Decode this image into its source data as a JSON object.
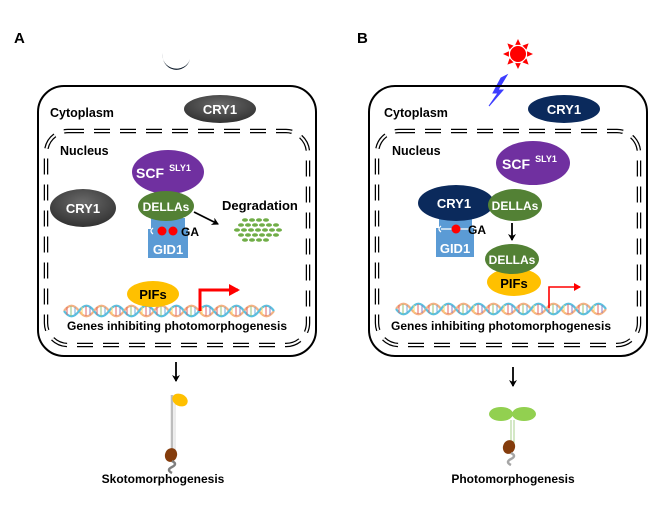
{
  "colors": {
    "cry1_dark": "#3f3f3f",
    "cry1_light": "#0b2a5c",
    "scf": "#7030a0",
    "dellas": "#538135",
    "gid1": "#5b9bd5",
    "ga": "#ff0000",
    "pifs": "#ffc000",
    "arrow_red": "#ff0000",
    "sun": "#ff0000",
    "lightning": "#3d3dff",
    "cotyledon_dark": "#ffc000",
    "cotyledon_light": "#92d050",
    "seed": "#843c0c",
    "root": "#a6a6a6"
  },
  "panels": [
    {
      "id": "A",
      "letter": "A",
      "condition_icon": "moon-icon",
      "cytoplasm_label": "Cytoplasm",
      "nucleus_label": "Nucleus",
      "cry1_cytoplasm": "CRY1",
      "cry1_nucleus": "CRY1",
      "scf_main": "SCF",
      "scf_sup": "SLY1",
      "dellas": "DELLAs",
      "ga": "GA",
      "gid1": "GID1",
      "degradation": "Degradation",
      "pifs": "PIFs",
      "genes": "Genes inhibiting photomorphogenesis",
      "outcome": "Skotomorphogenesis"
    },
    {
      "id": "B",
      "letter": "B",
      "condition_icon": "sun-icon",
      "cytoplasm_label": "Cytoplasm",
      "nucleus_label": "Nucleus",
      "cry1_cytoplasm": "CRY1",
      "cry1_nucleus": "CRY1",
      "scf_main": "SCF",
      "scf_sup": "SLY1",
      "dellas": "DELLAs",
      "dellas_bound": "DELLAs",
      "ga": "GA",
      "gid1": "GID1",
      "pifs": "PIFs",
      "genes": "Genes inhibiting photomorphogenesis",
      "outcome": "Photomorphogenesis"
    }
  ]
}
